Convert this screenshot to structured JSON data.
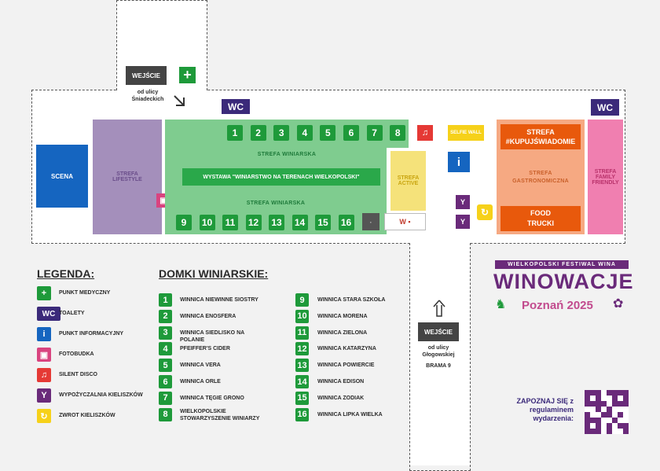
{
  "entrance_top": {
    "label": "WEJŚCIE",
    "street": "od ulicy Śniadeckich"
  },
  "entrance_bottom": {
    "label": "WEJŚCIE",
    "street": "od ulicy Głogowskiej",
    "gate": "BRAMA 9"
  },
  "wc_label": "WC",
  "zones": {
    "scena": "SCENA",
    "lifestyle": "STREFA LIFESTYLE",
    "winiarska_top": "STREFA WINIARSKA",
    "winiarska_bottom": "STREFA WINIARSKA",
    "wystawa": "WYSTAWA \"WINIARSTWO NA TERENACH WIELKOPOLSKI\"",
    "active": "STREFA ACTIVE",
    "selfie": "SELFIE WALL",
    "kupuj": "STREFA #KUPUJŚWIADOMIE",
    "gastro": "STREFA GASTRONOMICZNA",
    "food": "FOOD TRUCKI",
    "family": "STREFA FAMILY FRIENDLY"
  },
  "stalls_top": [
    "1",
    "2",
    "3",
    "4",
    "5",
    "6",
    "7",
    "8"
  ],
  "stalls_bottom": [
    "9",
    "10",
    "11",
    "12",
    "13",
    "14",
    "15",
    "16"
  ],
  "legend": {
    "title": "LEGENDA:",
    "items": [
      {
        "icon": "plus-icon",
        "glyph": "+",
        "color": "#1e9a3a",
        "label": "PUNKT MEDYCZNY"
      },
      {
        "icon": "wc-icon",
        "glyph": "WC",
        "color": "#3b2a7a",
        "label": "TOALETY"
      },
      {
        "icon": "info-icon",
        "glyph": "i",
        "color": "#1565c0",
        "label": "PUNKT INFORMACYJNY"
      },
      {
        "icon": "photo-booth-icon",
        "glyph": "▣",
        "color": "#d9437f",
        "label": "FOTOBUDKA"
      },
      {
        "icon": "silent-disco-icon",
        "glyph": "♫",
        "color": "#e53935",
        "label": "SILENT DISCO"
      },
      {
        "icon": "wine-glass-icon",
        "glyph": "🍷",
        "color": "#6a2a7a",
        "label": "WYPOŻYCZALNIA KIELISZKÓW"
      },
      {
        "icon": "glass-return-icon",
        "glyph": "↻",
        "color": "#f6d11a",
        "label": "ZWROT KIELISZKÓW"
      }
    ]
  },
  "domki": {
    "title": "DOMKI WINIARSKIE:",
    "left": [
      {
        "n": "1",
        "name": "WINNICA NIEWINNE SIOSTRY"
      },
      {
        "n": "2",
        "name": "WINNICA ENOSFERA"
      },
      {
        "n": "3",
        "name": "WINNICA SIEDLISKO NA POLANIE"
      },
      {
        "n": "4",
        "name": "PFEIFFER'S CIDER"
      },
      {
        "n": "5",
        "name": "WINNICA VERA"
      },
      {
        "n": "6",
        "name": "WINNICA ORLE"
      },
      {
        "n": "7",
        "name": "WINNICA TĘGIE GRONO"
      },
      {
        "n": "8",
        "name": "WIELKOPOLSKIE STOWARZYSZENIE WINIARZY"
      }
    ],
    "right": [
      {
        "n": "9",
        "name": "WINNICA STARA SZKOŁA"
      },
      {
        "n": "10",
        "name": "WINNICA MORENA"
      },
      {
        "n": "11",
        "name": "WINNICA ZIELONA"
      },
      {
        "n": "12",
        "name": "WINNICA KATARZYNA"
      },
      {
        "n": "13",
        "name": "WINNICA POWIERCIE"
      },
      {
        "n": "14",
        "name": "WINNICA EDISON"
      },
      {
        "n": "15",
        "name": "WINNICA ZODIAK"
      },
      {
        "n": "16",
        "name": "WINNICA LIPKA WIELKA"
      }
    ]
  },
  "festival": {
    "subtitle": "WIELKOPOLSKI FESTIWAL WINA",
    "name": "WINOWACJE",
    "place": "Poznań 2025"
  },
  "regulamin": "ZAPOZNAJ SIĘ z regulaminem wydarzenia:"
}
